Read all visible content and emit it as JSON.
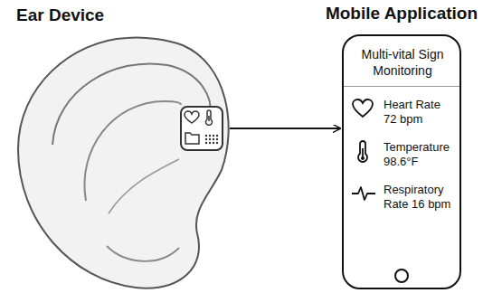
{
  "diagram": {
    "nodes": [
      {
        "text": [
          "Ear Device"
        ]
      },
      {
        "text": [
          "Mobile Application",
          "Multi-vital Sign Monitoring",
          "Heart Rate 72 bpm",
          "Temperature 98.6°F",
          "Respiratory Rate 16 bpm"
        ]
      }
    ],
    "edges": [
      {
        "from": 0,
        "to": 1,
        "arrow": "to"
      }
    ]
  }
}
